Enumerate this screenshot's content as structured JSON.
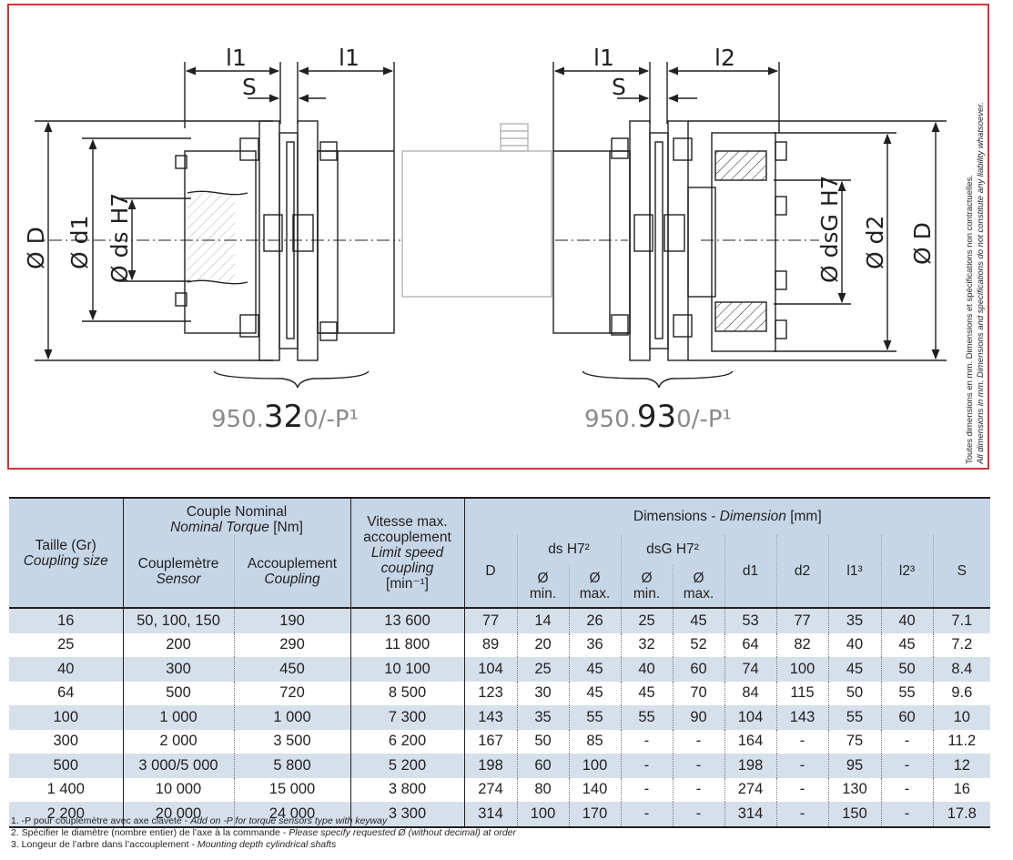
{
  "drawing": {
    "left": {
      "label_l1_a": "l1",
      "label_l1_b": "l1",
      "label_s": "S",
      "label_D": "Ø D",
      "label_d1": "Ø d1",
      "label_ds": "Ø ds H7",
      "ref_prefix": "950.",
      "ref_bold": "32",
      "ref_suffix": "0/-P¹"
    },
    "right": {
      "label_l1": "l1",
      "label_l2": "l2",
      "label_s": "S",
      "label_dsG": "Ø dsG H7",
      "label_d2": "Ø d2",
      "label_D": "Ø D",
      "ref_prefix": "950.",
      "ref_bold": "93",
      "ref_suffix": "0/-P¹"
    },
    "side_note_fr": "Toutes dimensions en mm. Dimensions et spécifications non contractuelles.",
    "side_note_en": "All dimensions in mm. Dimensions and specifications do not constitute any liability whatsoever."
  },
  "table": {
    "headers": {
      "size_fr": "Taille (Gr)",
      "size_en": "Coupling size",
      "torque_fr": "Couple Nominal",
      "torque_en": "Nominal Torque",
      "torque_unit": "[Nm]",
      "sensor_fr": "Couplemètre",
      "sensor_en": "Sensor",
      "coupling_fr": "Accouplement",
      "coupling_en": "Coupling",
      "speed_fr1": "Vitesse max.",
      "speed_fr2": "accouplement",
      "speed_en1": "Limit speed",
      "speed_en2": "coupling",
      "speed_unit": "[min⁻¹]",
      "dims_fr": "Dimensions - ",
      "dims_en": "Dimension",
      "dims_unit": " [mm]",
      "D": "D",
      "ds": "ds H7²",
      "dsG": "dsG H7²",
      "phi": "Ø",
      "min": "min.",
      "max": "max.",
      "d1": "d1",
      "d2": "d2",
      "l1": "l1³",
      "l2": "l2³",
      "S": "S"
    },
    "rows": [
      [
        "16",
        "50, 100, 150",
        "190",
        "13 600",
        "77",
        "14",
        "26",
        "25",
        "45",
        "53",
        "77",
        "35",
        "40",
        "7.1"
      ],
      [
        "25",
        "200",
        "290",
        "11 800",
        "89",
        "20",
        "36",
        "32",
        "52",
        "64",
        "82",
        "40",
        "45",
        "7.2"
      ],
      [
        "40",
        "300",
        "450",
        "10 100",
        "104",
        "25",
        "45",
        "40",
        "60",
        "74",
        "100",
        "45",
        "50",
        "8.4"
      ],
      [
        "64",
        "500",
        "720",
        "8 500",
        "123",
        "30",
        "45",
        "45",
        "70",
        "84",
        "115",
        "50",
        "55",
        "9.6"
      ],
      [
        "100",
        "1 000",
        "1 000",
        "7 300",
        "143",
        "35",
        "55",
        "55",
        "90",
        "104",
        "143",
        "55",
        "60",
        "10"
      ],
      [
        "300",
        "2 000",
        "3 500",
        "6 200",
        "167",
        "50",
        "85",
        "-",
        "-",
        "164",
        "-",
        "75",
        "-",
        "11.2"
      ],
      [
        "500",
        "3 000/5 000",
        "5 800",
        "5 200",
        "198",
        "60",
        "100",
        "-",
        "-",
        "198",
        "-",
        "95",
        "-",
        "12"
      ],
      [
        "1 400",
        "10 000",
        "15 000",
        "3 800",
        "274",
        "80",
        "140",
        "-",
        "-",
        "274",
        "-",
        "130",
        "-",
        "16"
      ],
      [
        "2 200",
        "20 000",
        "24 000",
        "3 300",
        "314",
        "100",
        "170",
        "-",
        "-",
        "314",
        "-",
        "150",
        "-",
        "17.8"
      ]
    ]
  },
  "footnotes": [
    {
      "fr": "1. -P pour couplemètre avec axe claveté - ",
      "en": "Add on -P for torque sensors type with keyway"
    },
    {
      "fr": "2. Spécifier le diamètre (nombre entier) de l’axe à la commande - ",
      "en": "Please specify requested Ø (without decimal) at order"
    },
    {
      "fr": "3. Longeur de l’arbre dans l’accouplement - ",
      "en": "Mounting depth cylindrical shafts"
    }
  ]
}
